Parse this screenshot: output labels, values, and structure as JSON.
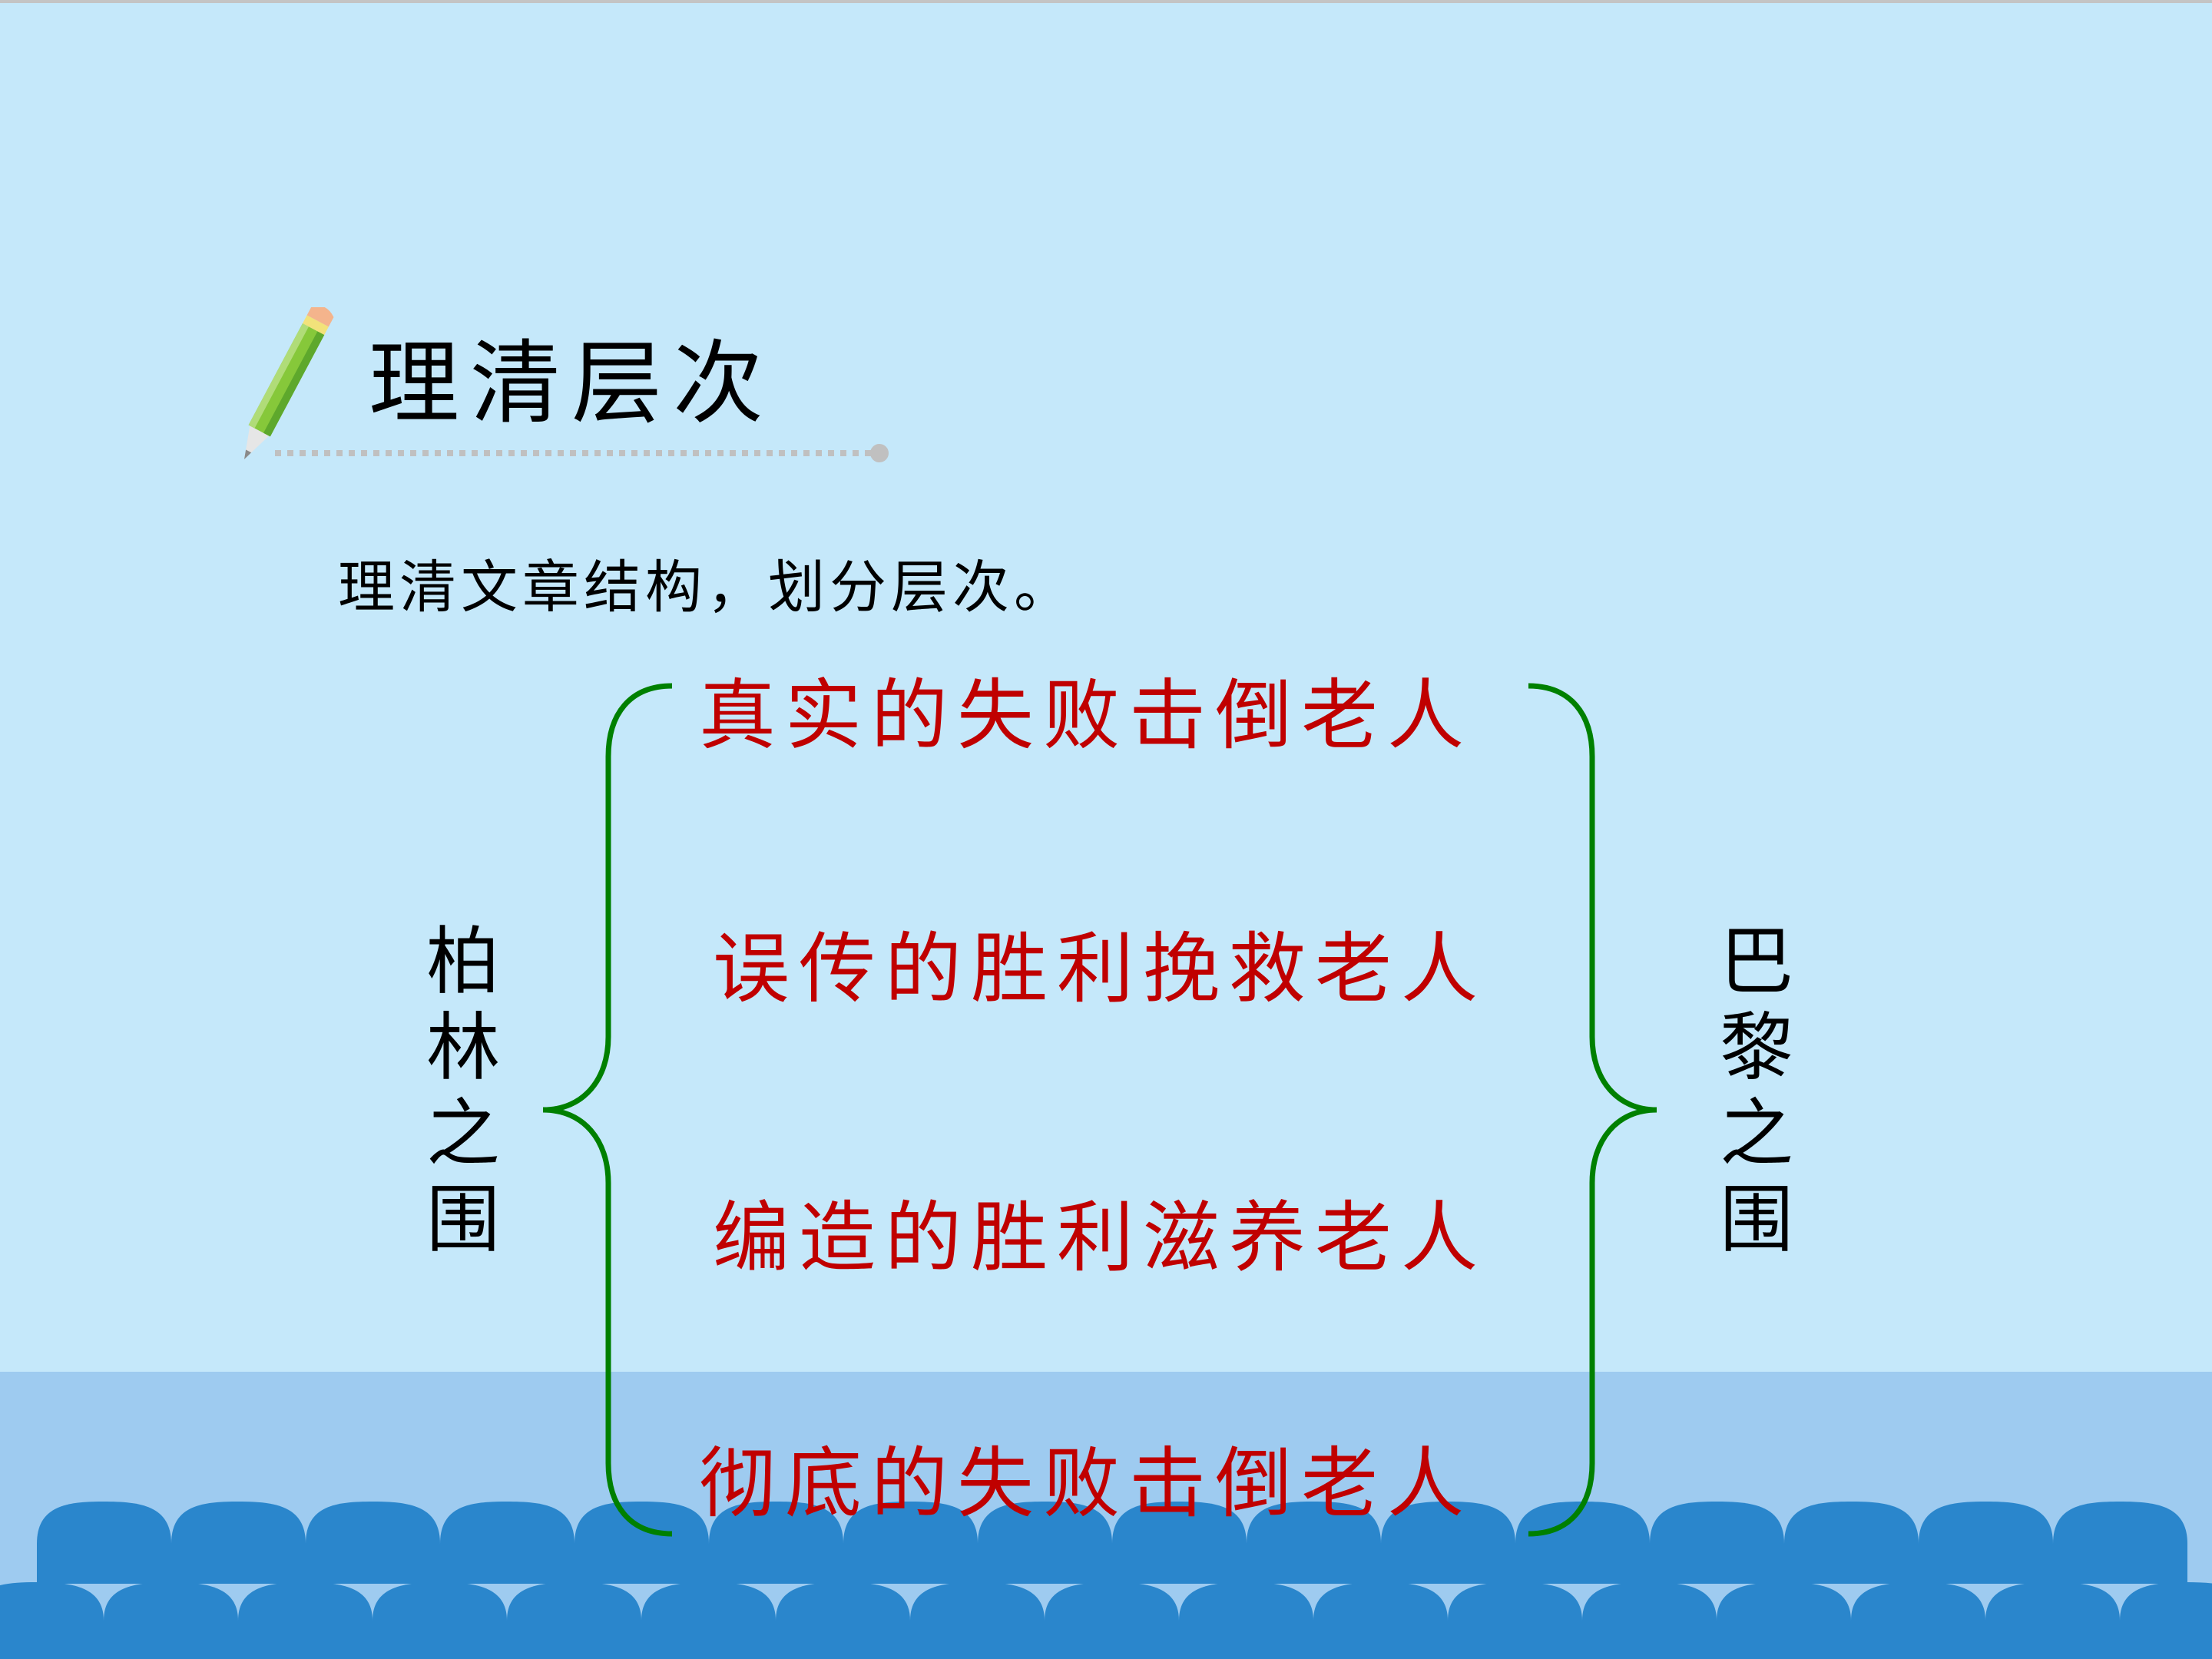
{
  "slide": {
    "title": "理清层次",
    "instruction": "理清文章结构，划分层次。",
    "left_label": [
      "柏",
      "林",
      "之",
      "围"
    ],
    "right_label": [
      "巴",
      "黎",
      "之",
      "围"
    ],
    "sections": [
      {
        "text": "真实的失败击倒老人"
      },
      {
        "text": "误传的胜利挽救老人"
      },
      {
        "text": "编造的胜利滋养老人"
      },
      {
        "text": "彻底的失败击倒老人"
      }
    ]
  },
  "icons": {
    "title_icon": "pencil-icon",
    "brace_left": "left-curly-brace",
    "brace_right": "right-curly-brace"
  },
  "colors": {
    "background": "#c5e8fa",
    "band": "#9ecbf0",
    "waves": "#2a86cc",
    "section_text": "#c00000",
    "brace": "#008000",
    "title_underline": "#c0c0c0"
  }
}
